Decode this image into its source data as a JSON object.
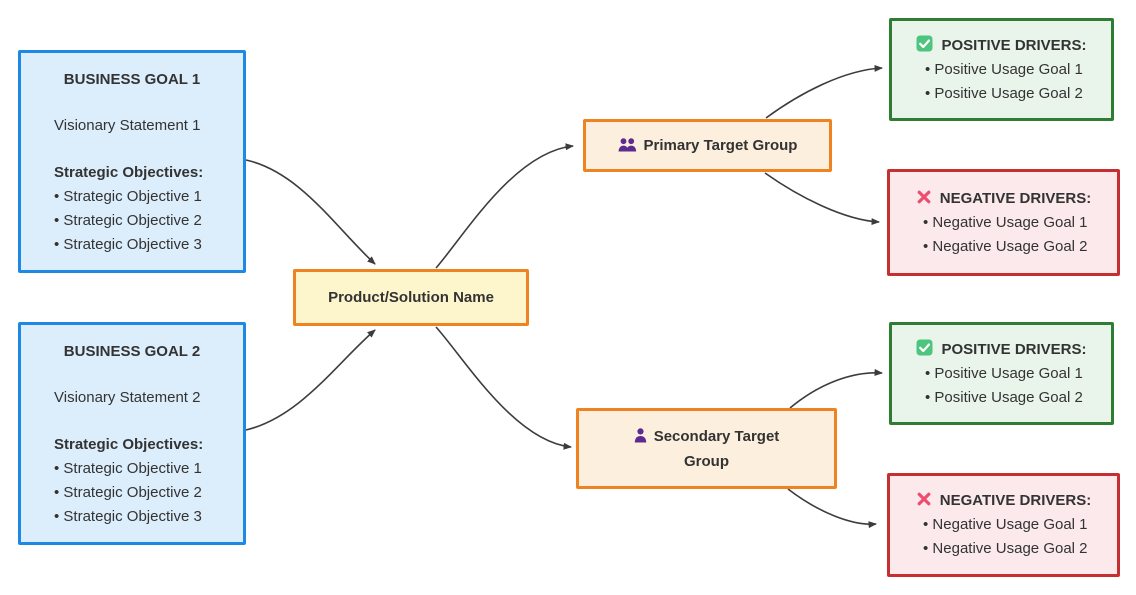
{
  "diagram": {
    "nodes": {
      "business_goal_1": {
        "title": "BUSINESS GOAL 1",
        "vision": "Visionary Statement 1",
        "objectives_heading": "Strategic Objectives:",
        "objectives": [
          "Strategic Objective 1",
          "Strategic Objective 2",
          "Strategic Objective 3"
        ]
      },
      "business_goal_2": {
        "title": "BUSINESS GOAL 2",
        "vision": "Visionary Statement 2",
        "objectives_heading": "Strategic Objectives:",
        "objectives": [
          "Strategic Objective 1",
          "Strategic Objective 2",
          "Strategic Objective 3"
        ]
      },
      "product": {
        "label": "Product/Solution Name"
      },
      "primary_group": {
        "label": "Primary Target Group",
        "icon": "users-icon"
      },
      "secondary_group": {
        "label": "Secondary Target Group",
        "icon": "user-icon"
      },
      "primary_positive": {
        "title": "POSITIVE DRIVERS:",
        "icon": "check-icon",
        "items": [
          "Positive Usage Goal 1",
          "Positive Usage Goal 2"
        ]
      },
      "primary_negative": {
        "title": "NEGATIVE DRIVERS:",
        "icon": "x-icon",
        "items": [
          "Negative Usage Goal 1",
          "Negative Usage Goal 2"
        ]
      },
      "secondary_positive": {
        "title": "POSITIVE DRIVERS:",
        "icon": "check-icon",
        "items": [
          "Positive Usage Goal 1",
          "Positive Usage Goal 2"
        ]
      },
      "secondary_negative": {
        "title": "NEGATIVE DRIVERS:",
        "icon": "x-icon",
        "items": [
          "Negative Usage Goal 1",
          "Negative Usage Goal 2"
        ]
      }
    },
    "colors": {
      "goal_border": "#1E88E5",
      "goal_fill": "#DCEDFB",
      "accent_orange": "#EF8322",
      "product_fill": "#FDF6CD",
      "group_fill": "#FCEFDD",
      "positive_border": "#2F7D33",
      "positive_fill": "#E9F4EA",
      "negative_border": "#C62F31",
      "negative_fill": "#FBE9EC",
      "person_icon": "#5D2B8F",
      "check_icon": "#4EC57F",
      "x_icon": "#EF4D6E",
      "text": "#333333",
      "edge": "#3C3C3C"
    }
  }
}
